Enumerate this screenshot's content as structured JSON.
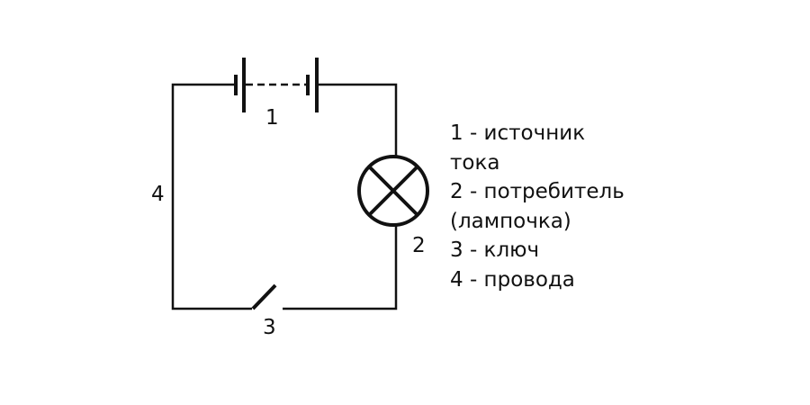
{
  "labels": {
    "source": "1",
    "lamp": "2",
    "switch": "3",
    "wires": "4"
  },
  "legend": [
    "1 - источник",
    "тока",
    "2 - потребитель",
    "(лампочка)",
    "3 - ключ",
    "4 - провода"
  ]
}
